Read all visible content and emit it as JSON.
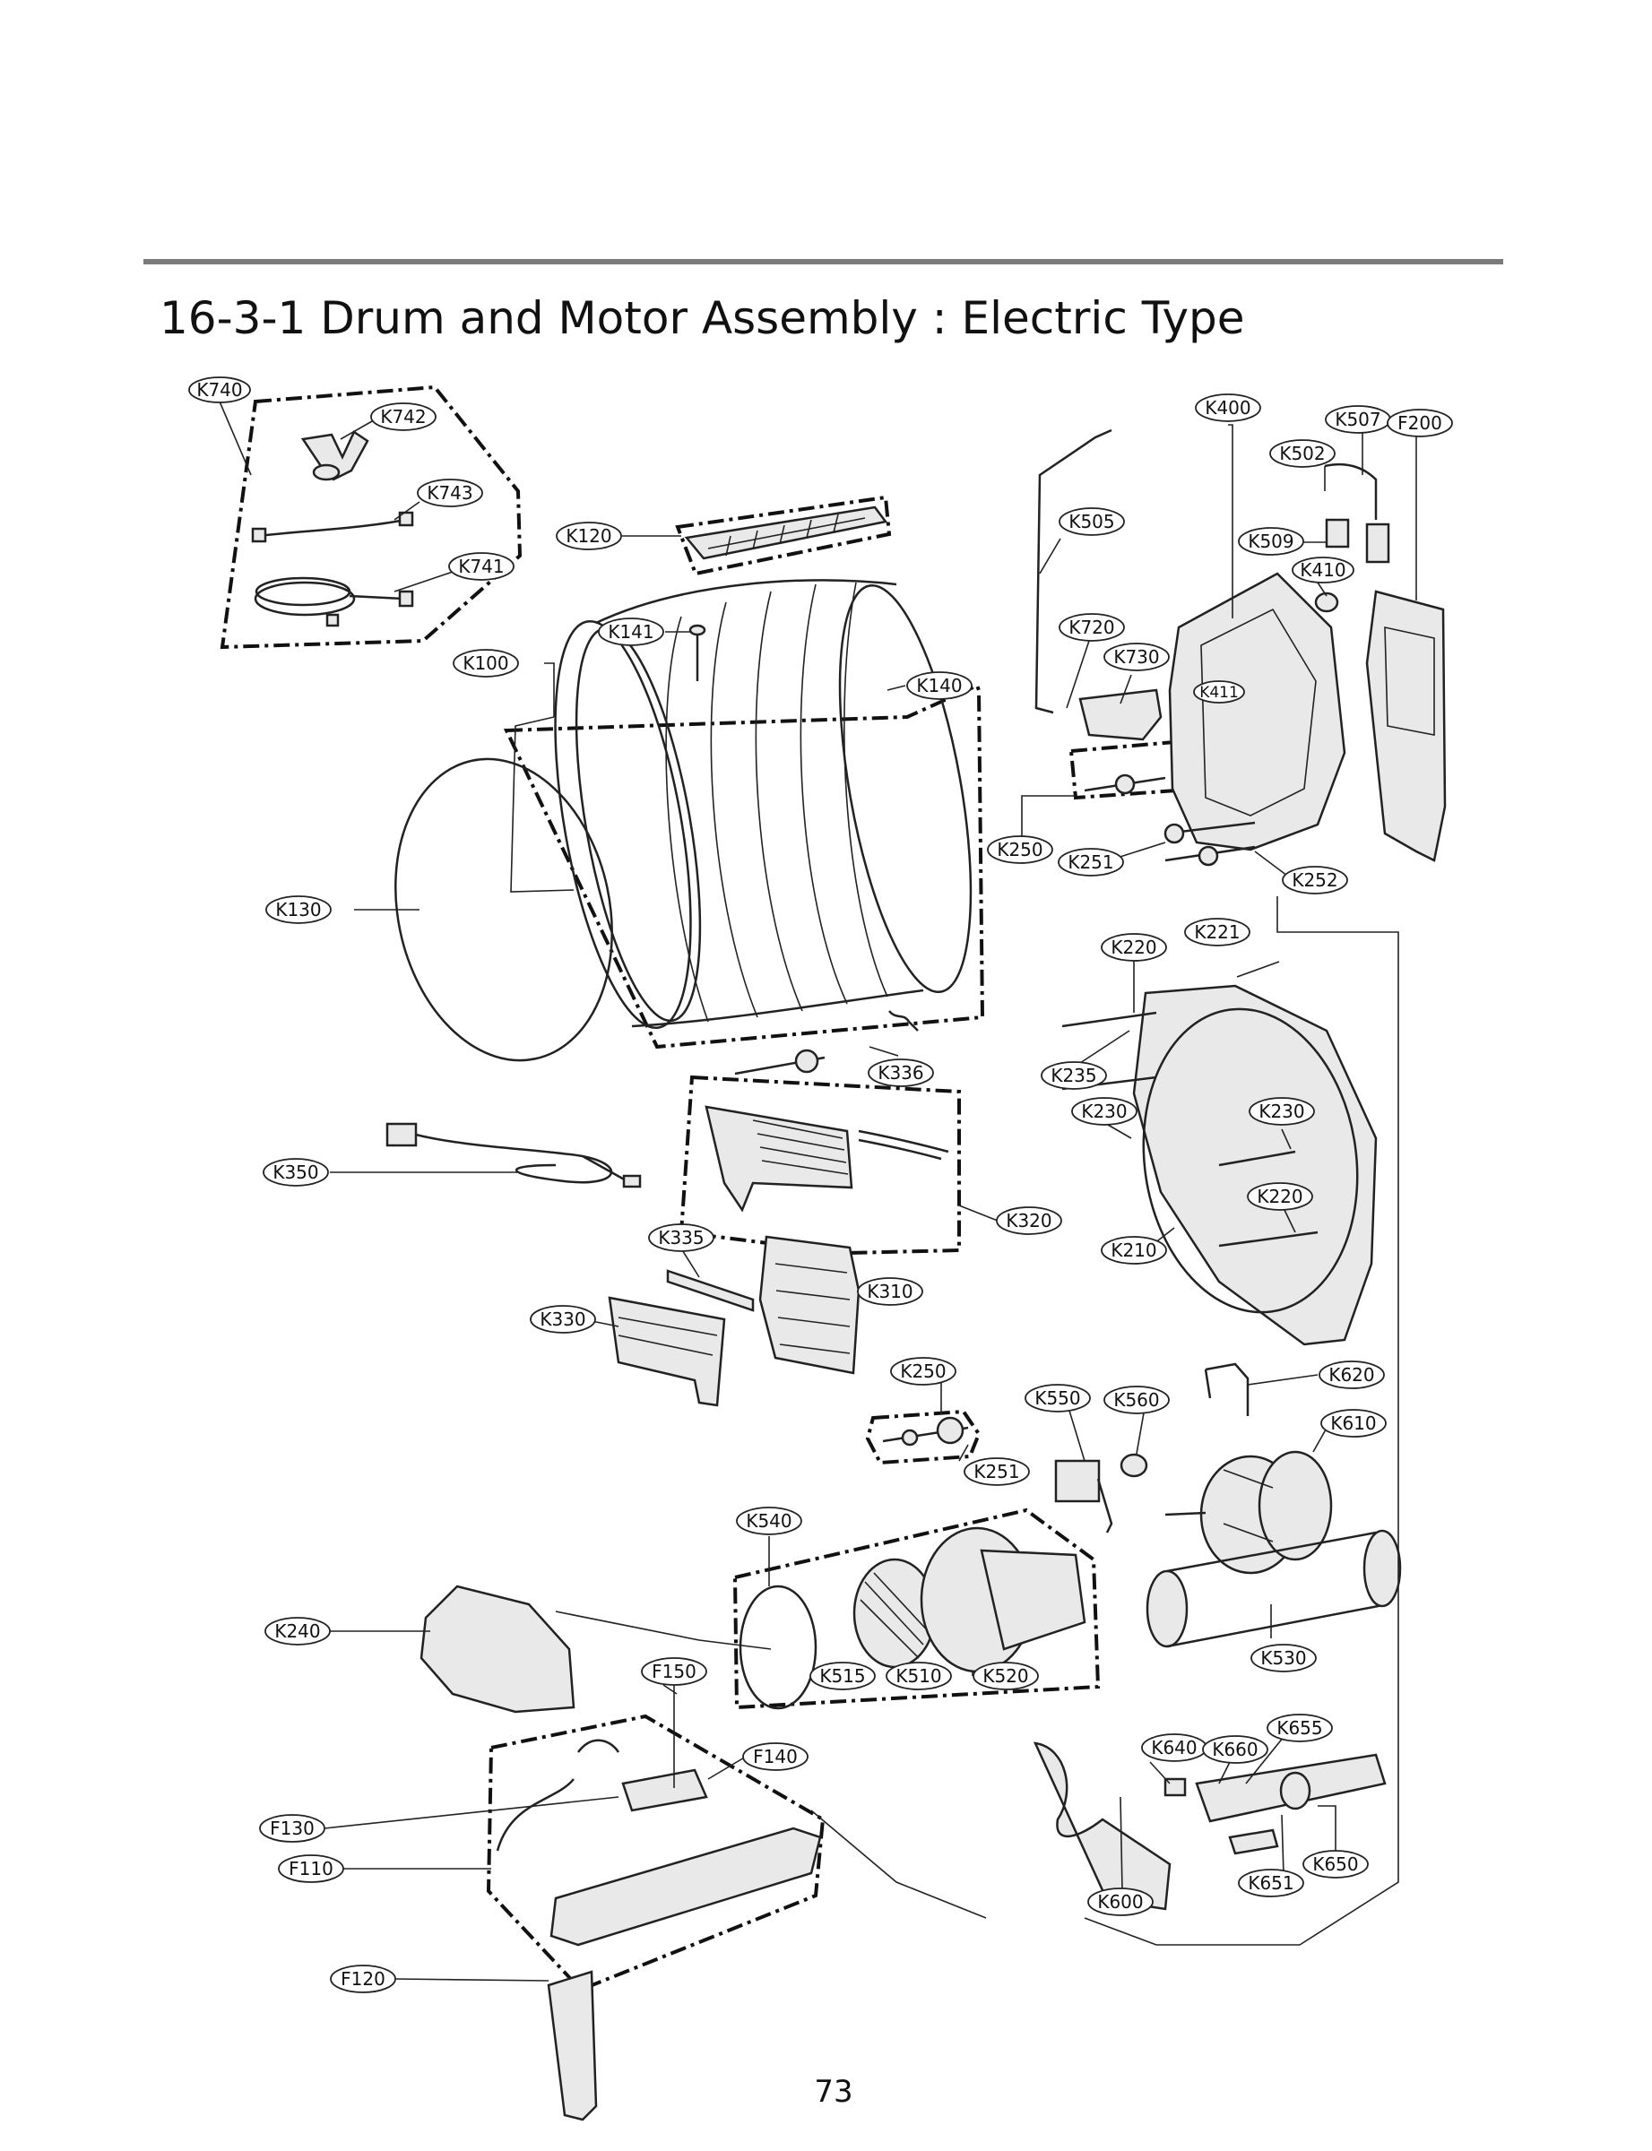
{
  "header": {
    "title": "16-3-1 Drum and Motor Assembly : Electric Type"
  },
  "footer": {
    "page_number": "73"
  },
  "callouts": {
    "K740": "K740",
    "K742": "K742",
    "K743": "K743",
    "K741": "K741",
    "K120": "K120",
    "K141": "K141",
    "K100": "K100",
    "K140": "K140",
    "K130": "K130",
    "K336": "K336",
    "K350": "K350",
    "K320": "K320",
    "K335": "K335",
    "K310": "K310",
    "K330": "K330",
    "K250a": "K250",
    "K251a": "K251",
    "K540": "K540",
    "K240": "K240",
    "F150": "F150",
    "F140": "F140",
    "F130": "F130",
    "F110": "F110",
    "F120": "F120",
    "K515": "K515",
    "K510": "K510",
    "K520": "K520",
    "K550": "K550",
    "K560": "K560",
    "K620": "K620",
    "K610": "K610",
    "K530": "K530",
    "K640": "K640",
    "K660": "K660",
    "K655": "K655",
    "K600": "K600",
    "K651": "K651",
    "K650": "K650",
    "K400": "K400",
    "K507": "K507",
    "F200": "F200",
    "K502": "K502",
    "K505": "K505",
    "K509": "K509",
    "K410": "K410",
    "K720": "K720",
    "K730": "K730",
    "K411": "K411",
    "K250b": "K250",
    "K251b": "K251",
    "K252": "K252",
    "K221": "K221",
    "K220a": "K220",
    "K235": "K235",
    "K230a": "K230",
    "K230b": "K230",
    "K220b": "K220",
    "K210": "K210"
  }
}
